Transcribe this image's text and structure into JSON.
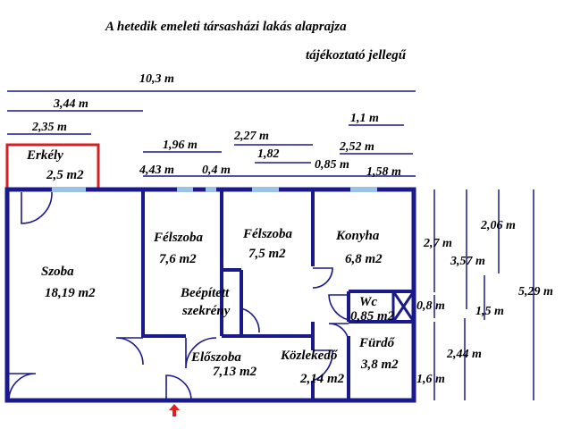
{
  "header": {
    "title": "A hetedik emeleti társasházi lakás alaprajza",
    "subtitle": "tájékoztató jellegű"
  },
  "rooms": {
    "erkely": {
      "name": "Erkély",
      "area": "2,5 m2"
    },
    "szoba": {
      "name": "Szoba",
      "area": "18,19 m2"
    },
    "felszoba1": {
      "name": "Félszoba",
      "area": "7,6 m2"
    },
    "felszoba2": {
      "name": "Félszoba",
      "area": "7,5 m2"
    },
    "konyha": {
      "name": "Konyha",
      "area": "6,8 m2"
    },
    "beepitett": {
      "name": "Beépített",
      "name2": "szekrény"
    },
    "wc": {
      "name": "Wc",
      "area": "0,85 m2"
    },
    "eloszoba": {
      "name": "Előszoba",
      "area": "7,13 m2"
    },
    "kozlekedo": {
      "name": "Közlekedő",
      "area": "2,14 m2"
    },
    "furdo": {
      "name": "Fürdő",
      "area": "3,8 m2"
    }
  },
  "dimensions": {
    "d10_3": "10,3 m",
    "d3_44": "3,44 m",
    "d2_35": "2,35 m",
    "d1_1": "1,1 m",
    "d2_27": "2,27 m",
    "d1_96": "1,96 m",
    "d1_82": "1,82",
    "d2_52": "2,52 m",
    "d4_43": "4,43 m",
    "d0_4": "0,4 m",
    "d0_85": "0,85 m",
    "d1_58": "1,58 m",
    "d2_7": "2,7 m",
    "d2_06": "2,06 m",
    "d3_57": "3,57 m",
    "d5_29": "5,29 m",
    "d0_8": "0,8 m",
    "d1_5": "1,5 m",
    "d2_44": "2,44 m",
    "d1_6": "1,6 m"
  },
  "colors": {
    "wall": "#1a1a8c",
    "balcony": "#d42020",
    "window": "#9cc3e6",
    "entry_arrow": "#e02020"
  }
}
